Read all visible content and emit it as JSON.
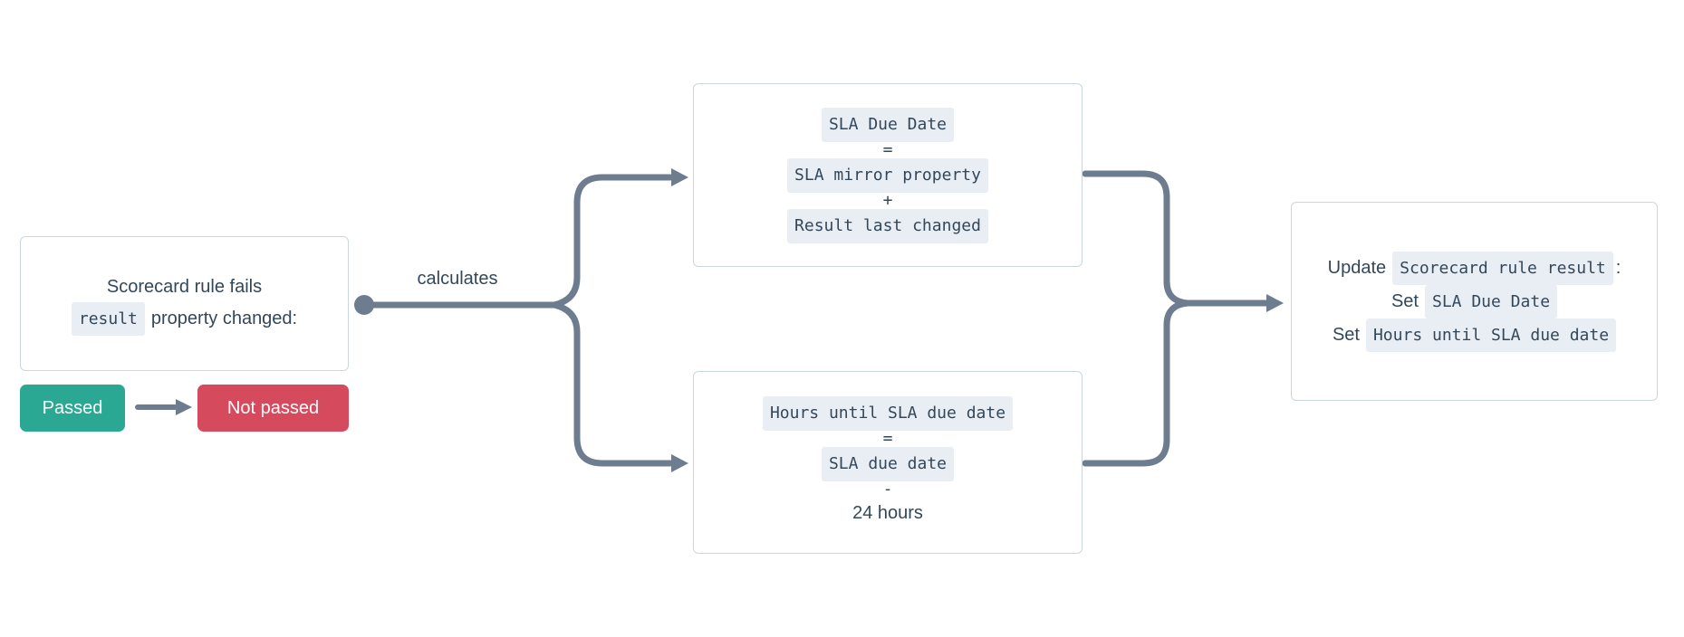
{
  "colors": {
    "text": "#33475b",
    "box-border": "#cbd6e2",
    "chip-bg": "#e9eef4",
    "connector": "#6d7c8e",
    "passed-bg": "#2aa894",
    "not-passed-bg": "#d64a5e",
    "button-text": "#ffffff"
  },
  "trigger_box": {
    "line1": "Scorecard rule fails",
    "chip": "result",
    "line2_rest": "property changed:"
  },
  "status": {
    "passed": "Passed",
    "not_passed": "Not passed"
  },
  "edge_label": "calculates",
  "calc_due_date_box": {
    "chip_result": "SLA Due Date",
    "op1": "=",
    "chip_a": "SLA mirror property",
    "op2": "+",
    "chip_b": "Result last changed"
  },
  "calc_hours_box": {
    "chip_result": "Hours until SLA due date",
    "op1": "=",
    "chip_a": "SLA due date",
    "op2": "-",
    "operand_b": "24 hours"
  },
  "update_box": {
    "line1_prefix": "Update",
    "line1_chip": "Scorecard rule result",
    "line1_suffix": ":",
    "line2_prefix": "Set",
    "line2_chip": "SLA Due Date",
    "line3_prefix": "Set",
    "line3_chip": "Hours until SLA due date"
  }
}
